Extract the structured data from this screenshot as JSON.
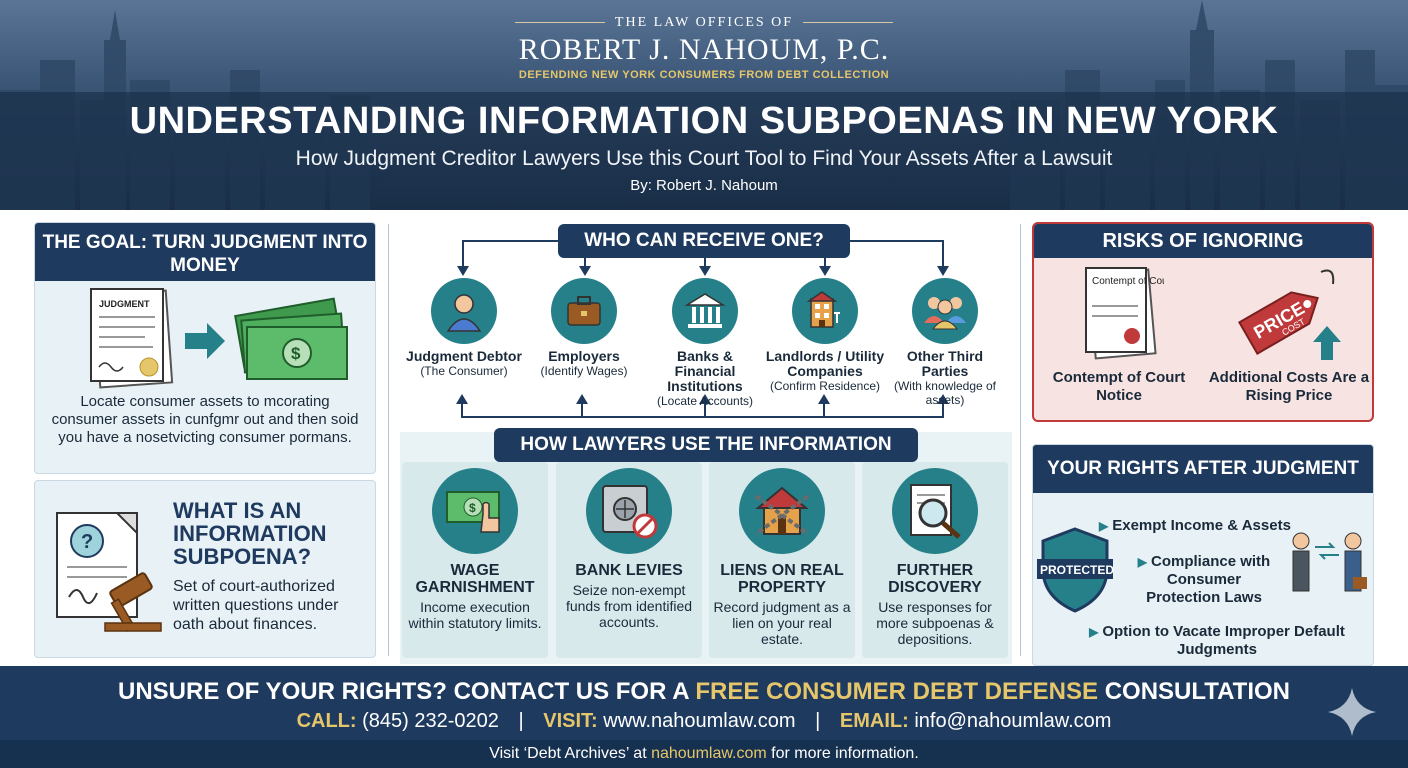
{
  "header": {
    "firm_pre": "THE LAW OFFICES OF",
    "firm_name": "ROBERT J. NAHOUM, P.C.",
    "firm_tagline": "DEFENDING NEW YORK CONSUMERS FROM DEBT COLLECTION",
    "title": "UNDERSTANDING INFORMATION SUBPOENAS IN NEW YORK",
    "subtitle": "How Judgment Creditor Lawyers Use this Court Tool to Find Your Assets After a Lawsuit",
    "byline": "By: Robert J. Nahoum"
  },
  "goal": {
    "heading": "THE GOAL: TURN JUDGMENT INTO MONEY",
    "doc_label": "JUDGMENT",
    "text": "Locate consumer assets to mcorating consumer assets in cunfgmr out and then soid you have a nosetvicting consumer pormans."
  },
  "what_is": {
    "heading": "WHAT IS AN INFORMATION SUBPOENA?",
    "text": "Set of court-authorized written questions under oath about finances."
  },
  "who": {
    "heading": "WHO CAN RECEIVE ONE?",
    "recipients": [
      {
        "name": "Judgment Debtor",
        "note": "(The Consumer)",
        "icon": "person-icon"
      },
      {
        "name": "Employers",
        "note": "(Identify Wages)",
        "icon": "briefcase-icon"
      },
      {
        "name": "Banks & Financial Institutions",
        "note": "(Locate Accounts)",
        "icon": "bank-icon"
      },
      {
        "name": "Landlords / Utility Companies",
        "note": "(Confirm Residence)",
        "icon": "building-icon"
      },
      {
        "name": "Other Third Parties",
        "note": "(With knowledge of assets)",
        "icon": "group-icon"
      }
    ]
  },
  "how": {
    "heading": "HOW LAWYERS USE THE INFORMATION",
    "methods": [
      {
        "name": "WAGE GARNISHMENT",
        "text": "Income execution within statutory limits.",
        "icon": "cash-hand-icon"
      },
      {
        "name": "BANK LEVIES",
        "text": "Seize non-exempt funds from identified accounts.",
        "icon": "safe-icon"
      },
      {
        "name": "LIENS ON REAL PROPERTY",
        "text": "Record judgment as a lien on your real estate.",
        "icon": "house-chain-icon"
      },
      {
        "name": "FURTHER DISCOVERY",
        "text": "Use responses for more subpoenas & depositions.",
        "icon": "magnifier-doc-icon"
      }
    ]
  },
  "risks": {
    "heading": "RISKS OF IGNORING",
    "items": [
      {
        "label": "Contempt of Court Notice",
        "doc_text": "Contempt of Court",
        "icon": "document-seal-icon"
      },
      {
        "label": "Additional Costs Are a Rising Price",
        "tag_text": "PRICE",
        "tag_subtext": "COST",
        "icon": "price-tag-icon"
      }
    ]
  },
  "rights": {
    "heading": "YOUR RIGHTS AFTER JUDGMENT",
    "shield_text": "PROTECTED",
    "items": [
      "Exempt Income & Assets",
      "Compliance with Consumer Protection Laws",
      "Option to Vacate Improper Default Judgments"
    ]
  },
  "footer": {
    "cta_pre": "UNSURE OF YOUR RIGHTS? CONTACT US FOR A ",
    "cta_highlight": "FREE CONSUMER DEBT DEFENSE",
    "cta_post": " CONSULTATION",
    "call_label": "CALL:",
    "call_value": "(845) 232-0202",
    "visit_label": "VISIT:",
    "visit_value": "www.nahoumlaw.com",
    "email_label": "EMAIL:",
    "email_value": "info@nahoumlaw.com",
    "separator": "|",
    "archive_pre": "Visit ‘Debt Archives’ at ",
    "archive_link": "nahoumlaw.com",
    "archive_post": " for more information."
  },
  "colors": {
    "navy": "#1e3a5f",
    "teal": "#26808a",
    "gold": "#e6c66a",
    "red": "#c0393b",
    "light_panel": "#e8f1f5"
  }
}
